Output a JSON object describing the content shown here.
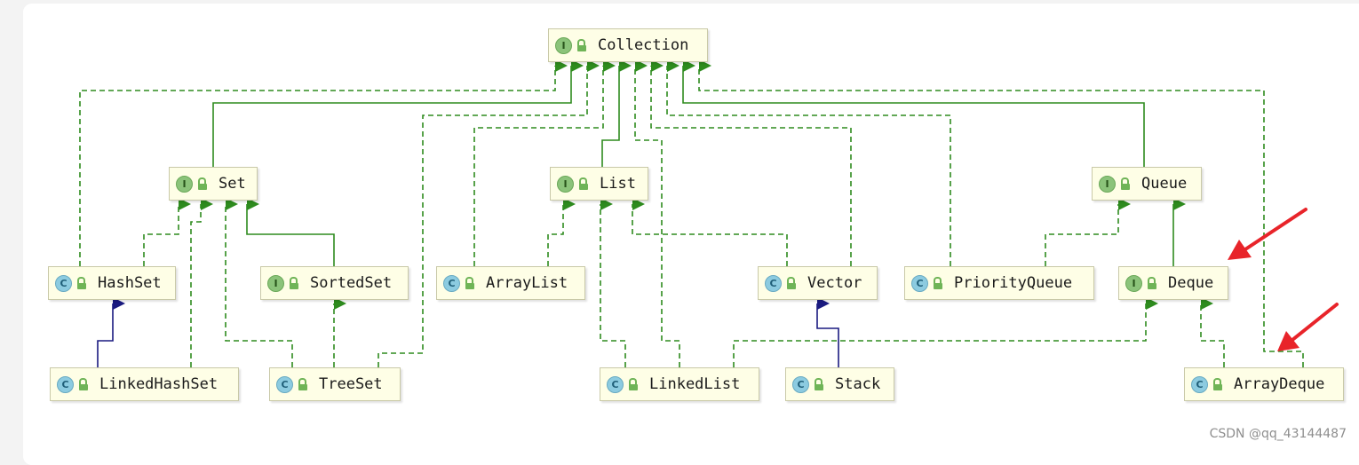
{
  "nodes": {
    "collection": {
      "label": "Collection",
      "kind": "I"
    },
    "set": {
      "label": "Set",
      "kind": "I"
    },
    "list": {
      "label": "List",
      "kind": "I"
    },
    "queue": {
      "label": "Queue",
      "kind": "I"
    },
    "hashset": {
      "label": "HashSet",
      "kind": "C"
    },
    "sortedset": {
      "label": "SortedSet",
      "kind": "I"
    },
    "arraylist": {
      "label": "ArrayList",
      "kind": "C"
    },
    "vector": {
      "label": "Vector",
      "kind": "C"
    },
    "priorityqueue": {
      "label": "PriorityQueue",
      "kind": "C"
    },
    "deque": {
      "label": "Deque",
      "kind": "I"
    },
    "linkedhashset": {
      "label": "LinkedHashSet",
      "kind": "C"
    },
    "treeset": {
      "label": "TreeSet",
      "kind": "C"
    },
    "linkedlist": {
      "label": "LinkedList",
      "kind": "C"
    },
    "stack": {
      "label": "Stack",
      "kind": "C"
    },
    "arraydeque": {
      "label": "ArrayDeque",
      "kind": "C"
    }
  },
  "watermark": "CSDN @qq_43144487",
  "colors": {
    "interface_link": "#2e8b1e",
    "extends_link": "#1a1a80",
    "annotation_arrow": "#e8242a",
    "node_fill": "#fefee6"
  }
}
